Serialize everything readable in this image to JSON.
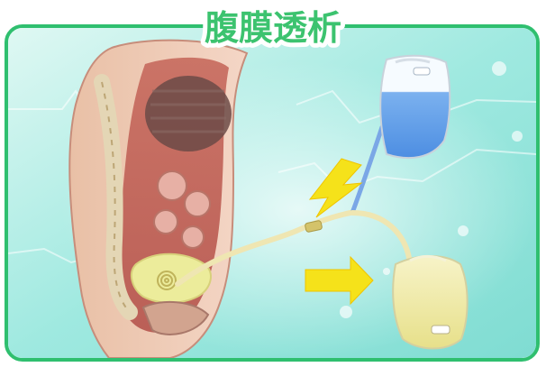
{
  "title": "腹膜透析",
  "colors": {
    "frame": "#2fbf6f",
    "title_fill": "#3cc36f",
    "title_outline": "#ffffff",
    "arrow": "#f5e21a",
    "dialysate_blue": "#6aa3e8",
    "drain_yellow": "#f1ec9a",
    "tube": "#e9e1a3",
    "bg_teal": "#bff3ea"
  },
  "image": {
    "subject": "peritoneal-dialysis-illustration",
    "arrows": [
      {
        "name": "flow-in-arrow",
        "direction": "down-left"
      },
      {
        "name": "flow-out-arrow",
        "direction": "right"
      }
    ]
  }
}
